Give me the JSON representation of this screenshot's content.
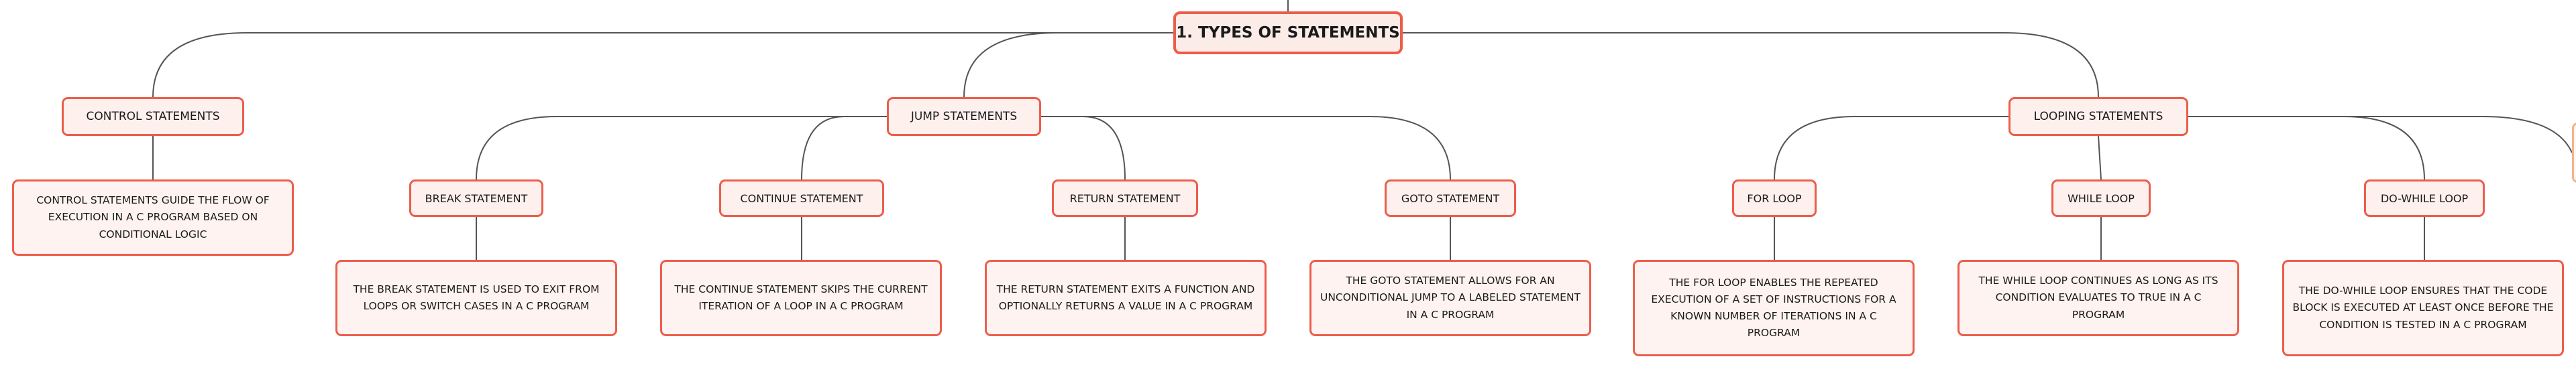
{
  "colors": {
    "node_border": "#ec5d4c",
    "node_fill": "#fdf0ed",
    "connector": "#555555",
    "offscreen_tab_border": "#f0b48e"
  },
  "root": {
    "label": "1. TYPES OF STATEMENTS"
  },
  "categories": [
    {
      "id": "control",
      "label": "CONTROL STATEMENTS",
      "description": "CONTROL STATEMENTS GUIDE THE FLOW OF EXECUTION IN A C PROGRAM BASED ON CONDITIONAL LOGIC",
      "children": []
    },
    {
      "id": "jump",
      "label": "JUMP STATEMENTS",
      "children": [
        {
          "id": "break",
          "label": "BREAK STATEMENT",
          "description": "THE BREAK STATEMENT IS USED TO EXIT FROM LOOPS OR SWITCH CASES IN A C PROGRAM"
        },
        {
          "id": "continue",
          "label": "CONTINUE STATEMENT",
          "description": "THE CONTINUE STATEMENT SKIPS THE CURRENT ITERATION OF A LOOP IN A C PROGRAM"
        },
        {
          "id": "return",
          "label": "RETURN STATEMENT",
          "description": "THE RETURN STATEMENT EXITS A FUNCTION AND OPTIONALLY RETURNS A VALUE IN A C PROGRAM"
        },
        {
          "id": "goto",
          "label": "GOTO STATEMENT",
          "description": "THE GOTO STATEMENT ALLOWS FOR AN UNCONDITIONAL JUMP TO A LABELED STATEMENT IN A C PROGRAM"
        }
      ]
    },
    {
      "id": "looping",
      "label": "LOOPING STATEMENTS",
      "children": [
        {
          "id": "for",
          "label": "FOR LOOP",
          "description": "THE FOR LOOP ENABLES THE REPEATED EXECUTION OF A SET OF INSTRUCTIONS FOR A KNOWN NUMBER OF ITERATIONS IN A C PROGRAM"
        },
        {
          "id": "while",
          "label": "WHILE LOOP",
          "description": "THE WHILE LOOP CONTINUES AS LONG AS ITS CONDITION EVALUATES TO TRUE IN A C PROGRAM"
        },
        {
          "id": "dowhile",
          "label": "DO-WHILE LOOP",
          "description": "THE DO-WHILE LOOP ENSURES THAT THE CODE BLOCK IS EXECUTED AT LEAST ONCE BEFORE THE CONDITION IS TESTED IN A C PROGRAM"
        }
      ]
    }
  ]
}
